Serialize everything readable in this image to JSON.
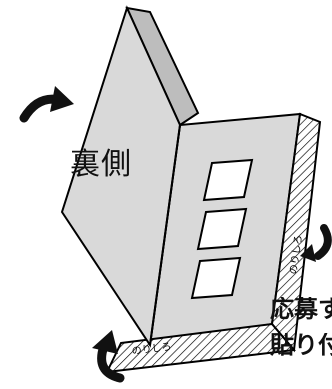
{
  "diagram": {
    "back_panel_label": "裏側",
    "glue_margin_bottom_label": "のりしろ",
    "glue_margin_side_label": "のりしろ",
    "caption_line1": "応募す",
    "caption_line2": "貼り付"
  },
  "colors": {
    "panel_fill": "#d9d9d9",
    "panel_edge": "#bdbdbd",
    "stroke": "#000000",
    "window_fill": "#ffffff",
    "arrow_fill": "#111111",
    "background": "#ffffff"
  },
  "icons": [
    "fold-arrow-icon",
    "fold-arrow-icon",
    "fold-arrow-icon"
  ]
}
